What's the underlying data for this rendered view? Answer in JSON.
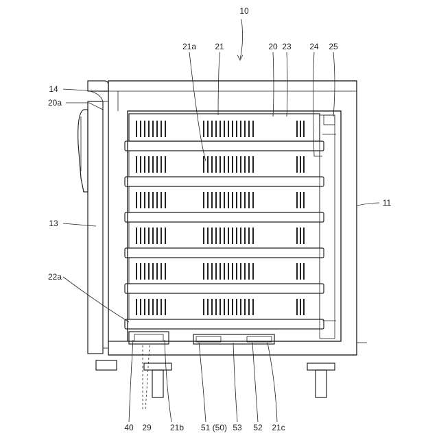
{
  "labels": {
    "l10": "10",
    "l21a": "21a",
    "l21": "21",
    "l20": "20",
    "l23": "23",
    "l24": "24",
    "l25": "25",
    "l14": "14",
    "l20a": "20a",
    "l11": "11",
    "l13": "13",
    "l22a": "22a",
    "l40": "40",
    "l29": "29",
    "l21b": "21b",
    "l51": "51 (50)",
    "l53": "53",
    "l52": "52",
    "l21c": "21c"
  }
}
